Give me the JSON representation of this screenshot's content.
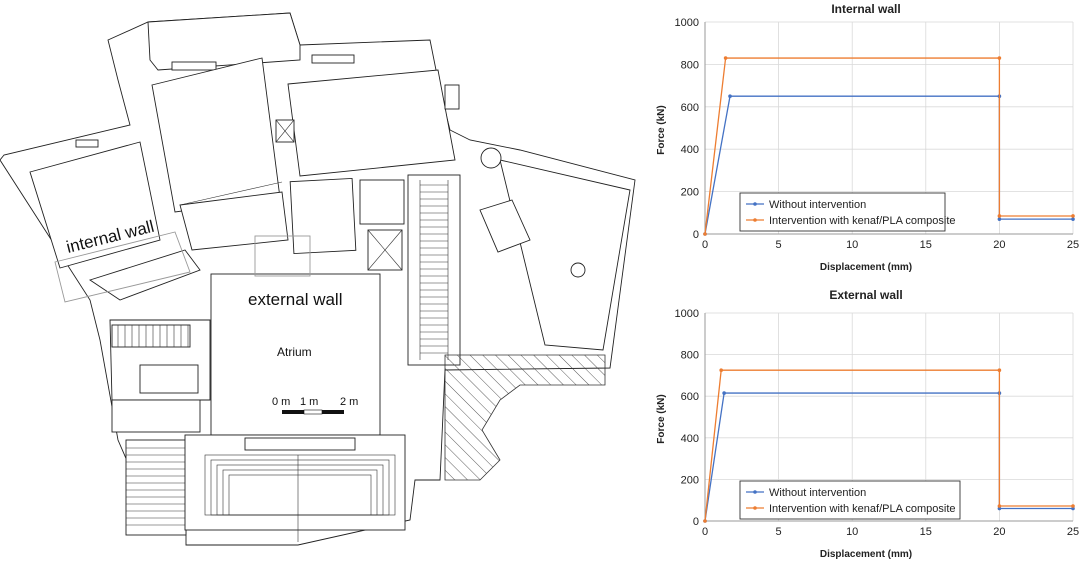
{
  "plan": {
    "label_internal": "internal wall",
    "label_external": "external wall",
    "label_atrium": "Atrium",
    "scale_0": "0 m",
    "scale_1": "1 m",
    "scale_2": "2 m"
  },
  "chart_data": [
    {
      "type": "line",
      "title": "Internal wall",
      "xlabel": "Displacement (mm)",
      "ylabel": "Force (kN)",
      "xlim": [
        0,
        25
      ],
      "ylim": [
        0,
        1000
      ],
      "xticks": [
        0,
        5,
        10,
        15,
        20,
        25
      ],
      "yticks": [
        0,
        200,
        400,
        600,
        800,
        1000
      ],
      "grid": true,
      "legend_position": "bottom-center",
      "series": [
        {
          "name": "Without intervention",
          "color": "#4472C4",
          "points": [
            [
              0,
              0
            ],
            [
              1.7,
              650
            ],
            [
              20,
              650
            ],
            [
              20,
              70
            ],
            [
              25,
              70
            ]
          ]
        },
        {
          "name": "Intervention with kenaf/PLA composite",
          "color": "#ED7D31",
          "points": [
            [
              0,
              0
            ],
            [
              1.4,
              830
            ],
            [
              20,
              830
            ],
            [
              20,
              85
            ],
            [
              25,
              85
            ]
          ]
        }
      ]
    },
    {
      "type": "line",
      "title": "External wall",
      "xlabel": "Displacement (mm)",
      "ylabel": "Force (kN)",
      "xlim": [
        0,
        25
      ],
      "ylim": [
        0,
        1000
      ],
      "xticks": [
        0,
        5,
        10,
        15,
        20,
        25
      ],
      "yticks": [
        0,
        200,
        400,
        600,
        800,
        1000
      ],
      "grid": true,
      "legend_position": "bottom-center",
      "series": [
        {
          "name": "Without intervention",
          "color": "#4472C4",
          "points": [
            [
              0,
              0
            ],
            [
              1.3,
              615
            ],
            [
              20,
              615
            ],
            [
              20,
              60
            ],
            [
              25,
              60
            ]
          ]
        },
        {
          "name": "Intervention with kenaf/PLA composite",
          "color": "#ED7D31",
          "points": [
            [
              0,
              0
            ],
            [
              1.1,
              725
            ],
            [
              20,
              725
            ],
            [
              20,
              72
            ],
            [
              25,
              72
            ]
          ]
        }
      ]
    }
  ]
}
